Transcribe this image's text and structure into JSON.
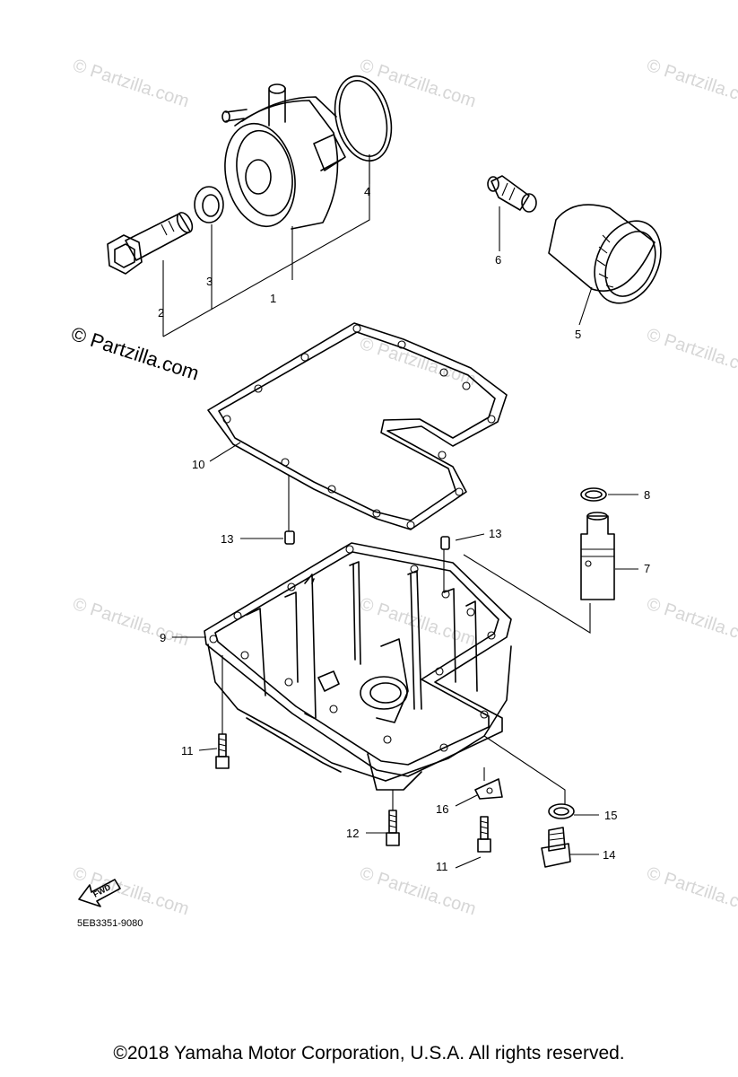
{
  "watermark": {
    "text": "© Partzilla.com",
    "large_text": "© Partzilla.com"
  },
  "diagram_code": "5EB3351-9080",
  "fwd_label": "FWD",
  "callouts": {
    "c1": "1",
    "c2": "2",
    "c3": "3",
    "c4": "4",
    "c5": "5",
    "c6": "6",
    "c7": "7",
    "c8": "8",
    "c9": "9",
    "c10": "10",
    "c11a": "11",
    "c11b": "11",
    "c12": "12",
    "c13a": "13",
    "c13b": "13",
    "c14": "14",
    "c15": "15",
    "c16": "16"
  },
  "copyright": "©2018  Yamaha Motor Corporation, U.S.A. All rights reserved."
}
